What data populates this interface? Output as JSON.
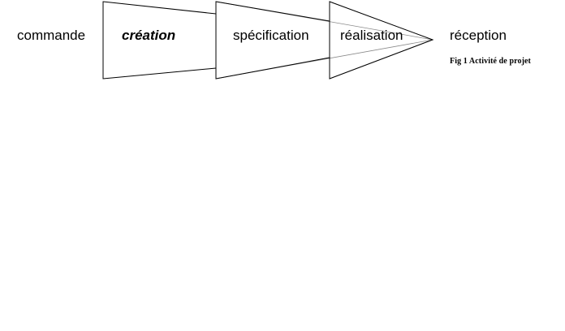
{
  "stages": {
    "commande": "commande",
    "creation": "création",
    "specification": "spécification",
    "realisation": "réalisation",
    "reception": "réception"
  },
  "caption": "Fig 1 Activité de projet",
  "colors": {
    "outline": "#000000",
    "convergence_lines": "#8a8a8a",
    "background": "#ffffff"
  }
}
